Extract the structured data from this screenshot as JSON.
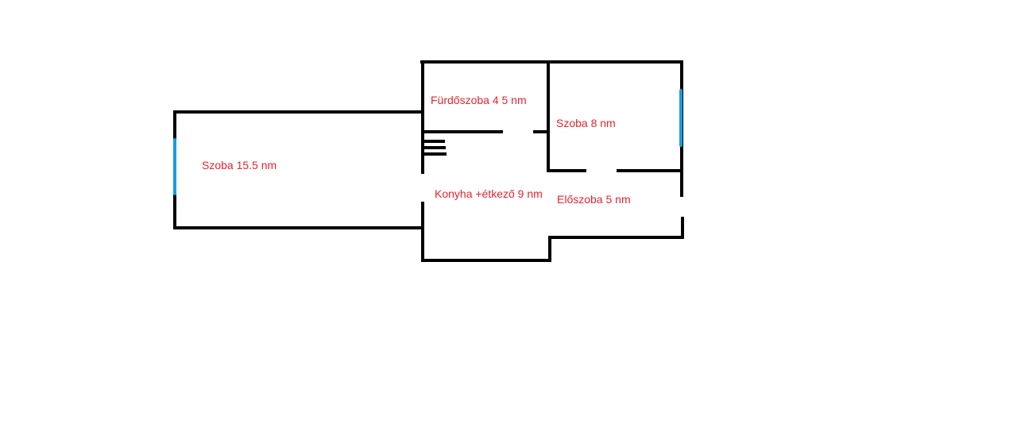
{
  "rooms": [
    {
      "name": "living-room",
      "label": "Szoba 15.5 nm"
    },
    {
      "name": "bathroom",
      "label": "Fürdőszoba 4 5 nm"
    },
    {
      "name": "bedroom",
      "label": "Szoba 8 nm"
    },
    {
      "name": "kitchen",
      "label": "Konyha +étkező 9 nm"
    },
    {
      "name": "hallway",
      "label": "Előszoba 5 nm"
    }
  ],
  "colors": {
    "wall": "#000000",
    "window": "#1a9be0",
    "label": "#e8232e"
  }
}
